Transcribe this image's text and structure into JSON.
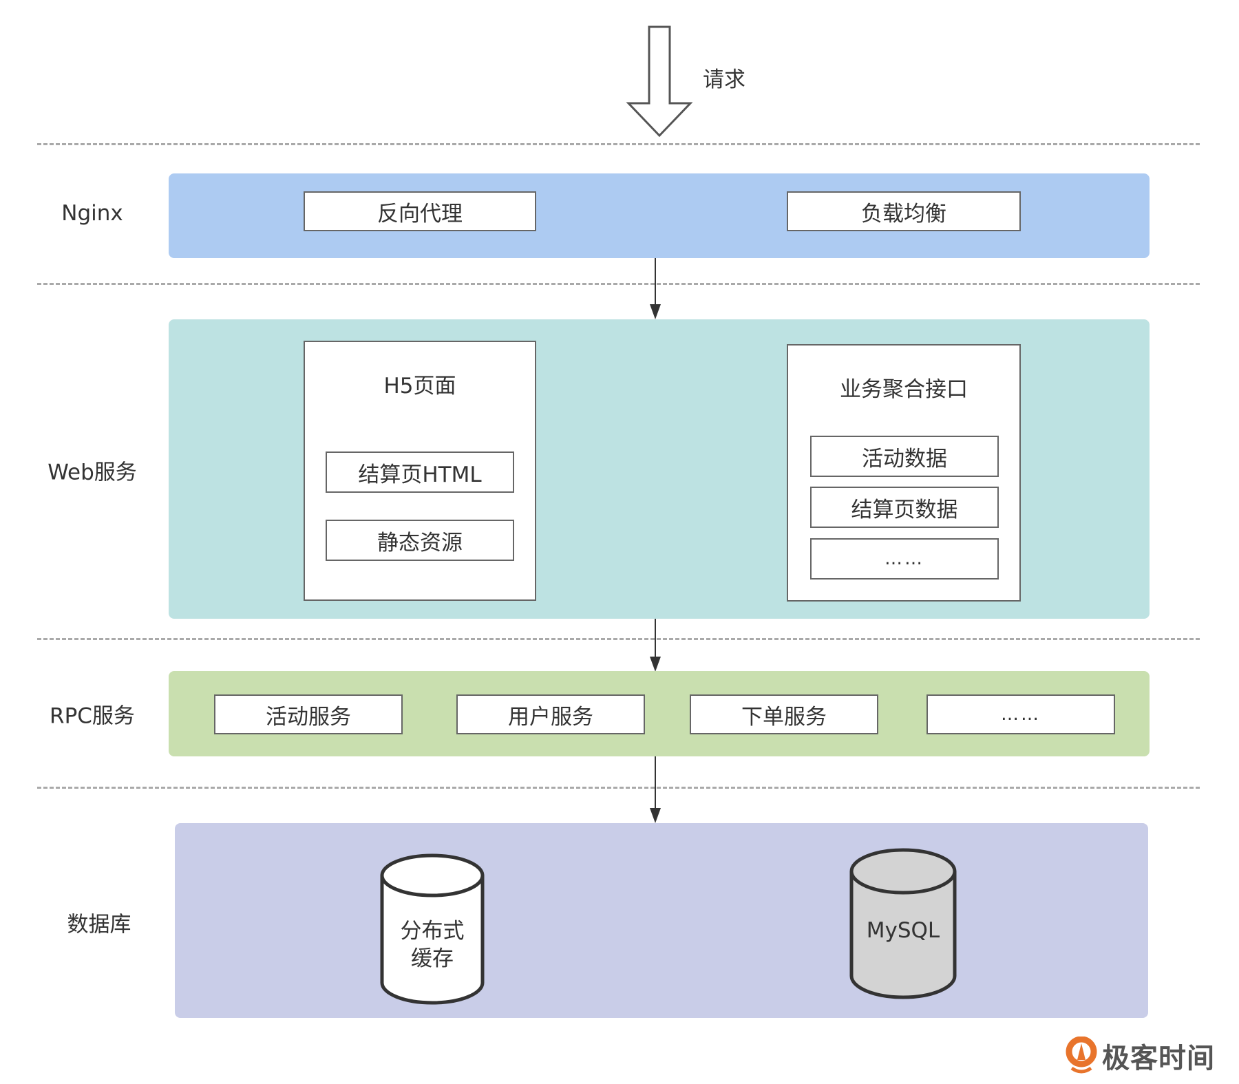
{
  "request": {
    "label": "请求"
  },
  "layers": {
    "nginx": {
      "label": "Nginx",
      "color": "#adcbf2",
      "items": [
        "反向代理",
        "负载均衡"
      ]
    },
    "web": {
      "label": "Web服务",
      "color": "#bde2e2",
      "h5_panel": {
        "title": "H5页面",
        "items": [
          "结算页HTML",
          "静态资源"
        ]
      },
      "api_panel": {
        "title": "业务聚合接口",
        "items": [
          "活动数据",
          "结算页数据",
          "……"
        ]
      }
    },
    "rpc": {
      "label": "RPC服务",
      "color": "#c9dfaf",
      "items": [
        "活动服务",
        "用户服务",
        "下单服务",
        "……"
      ]
    },
    "database": {
      "label": "数据库",
      "color": "#c9cde8",
      "stores": [
        {
          "label_line1": "分布式",
          "label_line2": "缓存",
          "fill": "#ffffff"
        },
        {
          "label_line1": "MySQL",
          "label_line2": "",
          "fill": "#d3d3d3"
        }
      ]
    }
  },
  "watermark": {
    "text": "极客时间",
    "icon": "geektime-logo-icon",
    "color": "#e8742c"
  }
}
